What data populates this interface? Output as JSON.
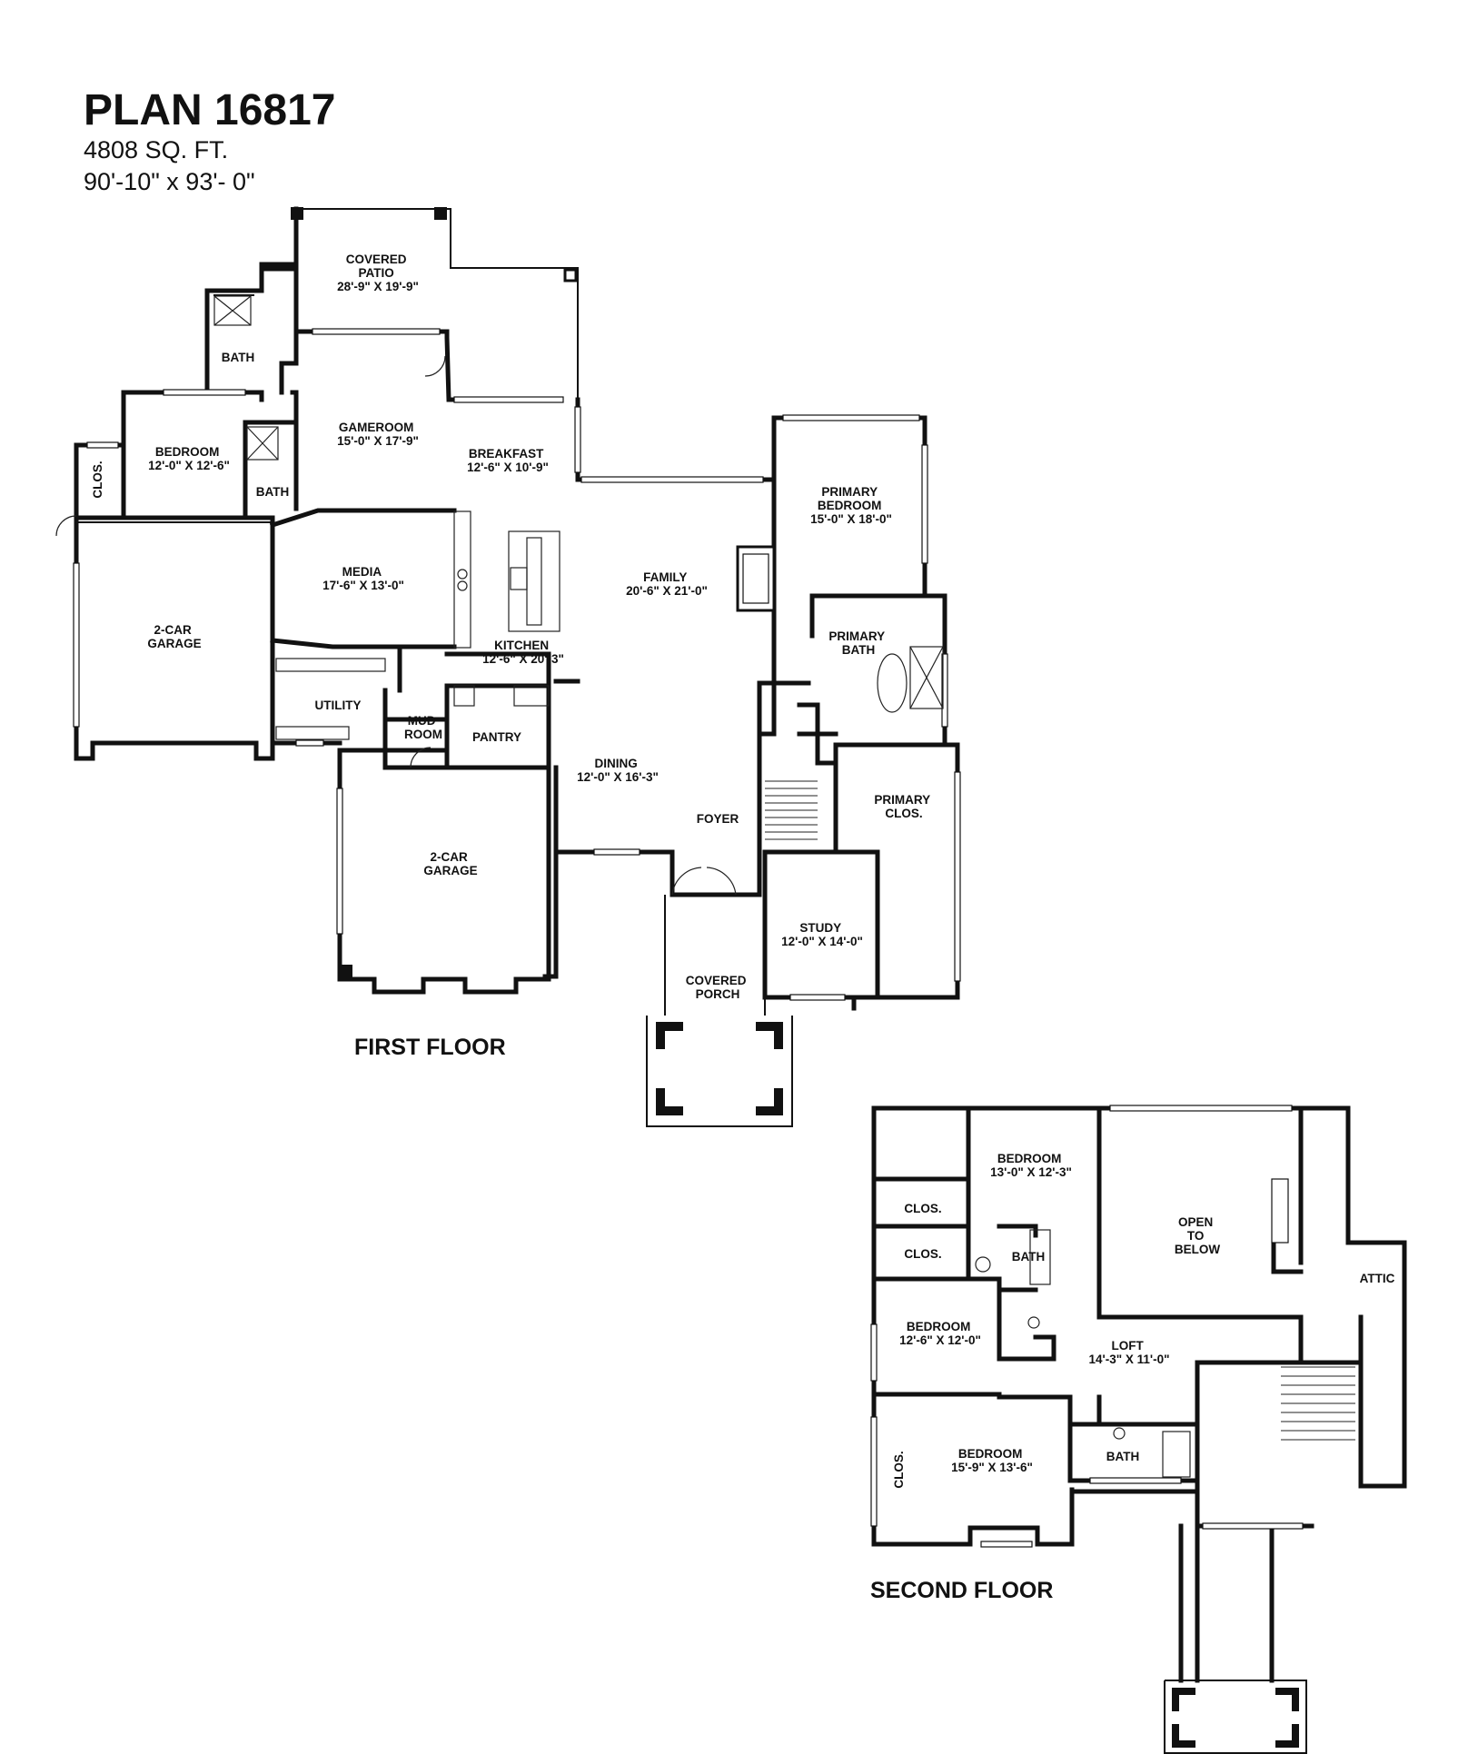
{
  "header": {
    "title": "PLAN 16817",
    "sqft": "4808 SQ. FT.",
    "dimensions": "90'-10\" x 93'- 0\""
  },
  "first_floor": {
    "label": "FIRST FLOOR",
    "rooms": {
      "covered_patio": [
        "COVERED",
        "PATIO",
        "28'-9\" X 19'-9\""
      ],
      "bath_1": [
        "BATH"
      ],
      "bedroom_1": [
        "BEDROOM",
        "12'-0\" X 12'-6\""
      ],
      "clos_1": [
        "CLOS."
      ],
      "bath_2": [
        "BATH"
      ],
      "gameroom": [
        "GAMEROOM",
        "15'-0\" X 17'-9\""
      ],
      "breakfast": [
        "BREAKFAST",
        "12'-6\" X 10'-9\""
      ],
      "primary_bedroom": [
        "PRIMARY",
        "BEDROOM",
        "15'-0\" X 18'-0\""
      ],
      "media": [
        "MEDIA",
        "17'-6\" X 13'-0\""
      ],
      "family": [
        "FAMILY",
        "20'-6\" X 21'-0\""
      ],
      "garage_a": [
        "2-CAR",
        "GARAGE"
      ],
      "kitchen": [
        "KITCHEN",
        "12'-6\" X 20'-3\""
      ],
      "primary_bath": [
        "PRIMARY",
        "BATH"
      ],
      "utility": [
        "UTILITY"
      ],
      "mud_room": [
        "MUD",
        "ROOM"
      ],
      "pantry": [
        "PANTRY"
      ],
      "dining": [
        "DINING",
        "12'-0\" X 16'-3\""
      ],
      "foyer": [
        "FOYER"
      ],
      "primary_clos": [
        "PRIMARY",
        "CLOS."
      ],
      "garage_b": [
        "2-CAR",
        "GARAGE"
      ],
      "study": [
        "STUDY",
        "12'-0\" X 14'-0\""
      ],
      "covered_porch": [
        "COVERED",
        "PORCH"
      ]
    }
  },
  "second_floor": {
    "label": "SECOND FLOOR",
    "rooms": {
      "bedroom_2": [
        "BEDROOM",
        "13'-0\" X 12'-3\""
      ],
      "clos_2": [
        "CLOS."
      ],
      "clos_3": [
        "CLOS."
      ],
      "open_to_below": [
        "OPEN",
        "TO",
        "BELOW"
      ],
      "bath_3": [
        "BATH"
      ],
      "attic": [
        "ATTIC"
      ],
      "bedroom_3": [
        "BEDROOM",
        "12'-6\" X 12'-0\""
      ],
      "loft": [
        "LOFT",
        "14'-3\" X 11'-0\""
      ],
      "bedroom_4": [
        "BEDROOM",
        "15'-9\" X 13'-6\""
      ],
      "bath_4": [
        "BATH"
      ],
      "clos_4": [
        "CLOS."
      ]
    }
  }
}
